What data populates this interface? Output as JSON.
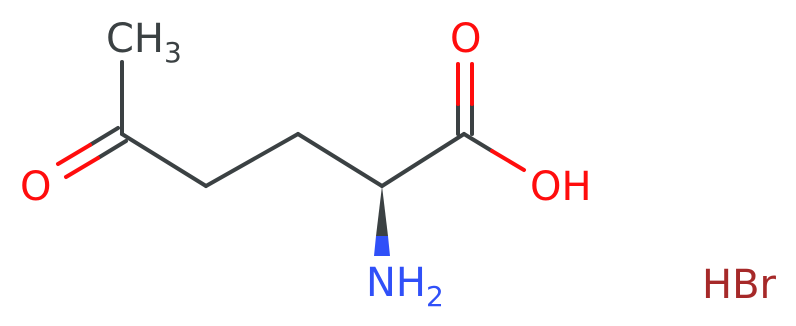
{
  "molecule": {
    "atoms": {
      "methyl": {
        "main": "CH",
        "sub": "3"
      },
      "ketone_oxygen": "O",
      "carbonyl_oxygen": "O",
      "hydroxyl": "OH",
      "amine": {
        "main": "NH",
        "sub": "2"
      }
    },
    "counterion": "HBr"
  },
  "colors": {
    "carbon": "#3b4143",
    "oxygen": "#ff0d0d",
    "nitrogen": "#3050f8",
    "bromine": "#a62929"
  }
}
